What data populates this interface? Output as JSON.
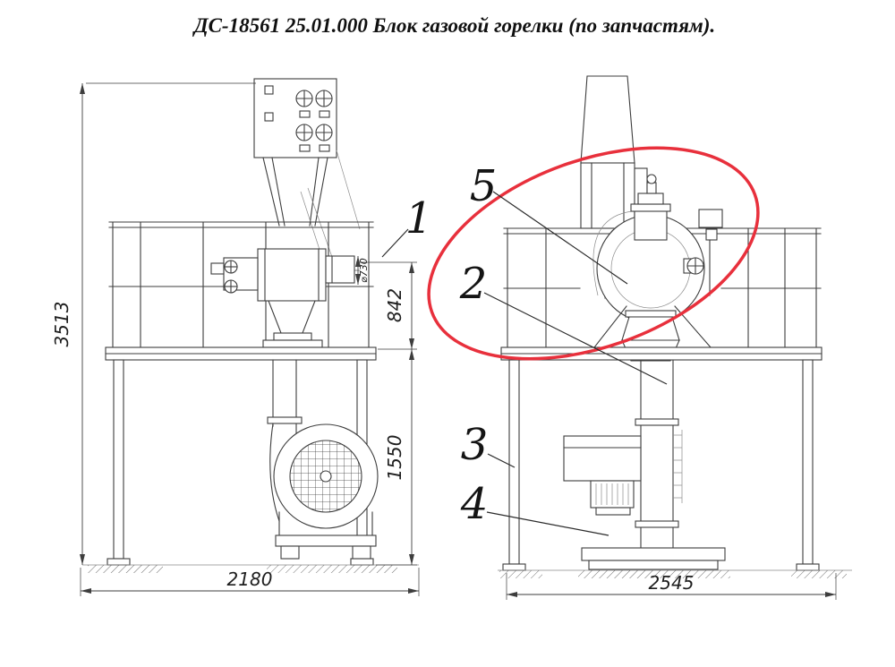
{
  "title": "ДС-18561  25.01.000  Блок газовой горелки  (по запчастям).",
  "colors": {
    "line": "#3d3d3d",
    "highlight": "#e8303c",
    "background": "#ffffff"
  },
  "dimensions": {
    "overall_height": "3513",
    "burner_axis_height": "842",
    "platform_height": "1550",
    "left_view_width": "2180",
    "right_view_width": "2545",
    "burner_diameter": "⌀730"
  },
  "callouts": [
    {
      "id": "1"
    },
    {
      "id": "2"
    },
    {
      "id": "3"
    },
    {
      "id": "4"
    },
    {
      "id": "5"
    }
  ]
}
